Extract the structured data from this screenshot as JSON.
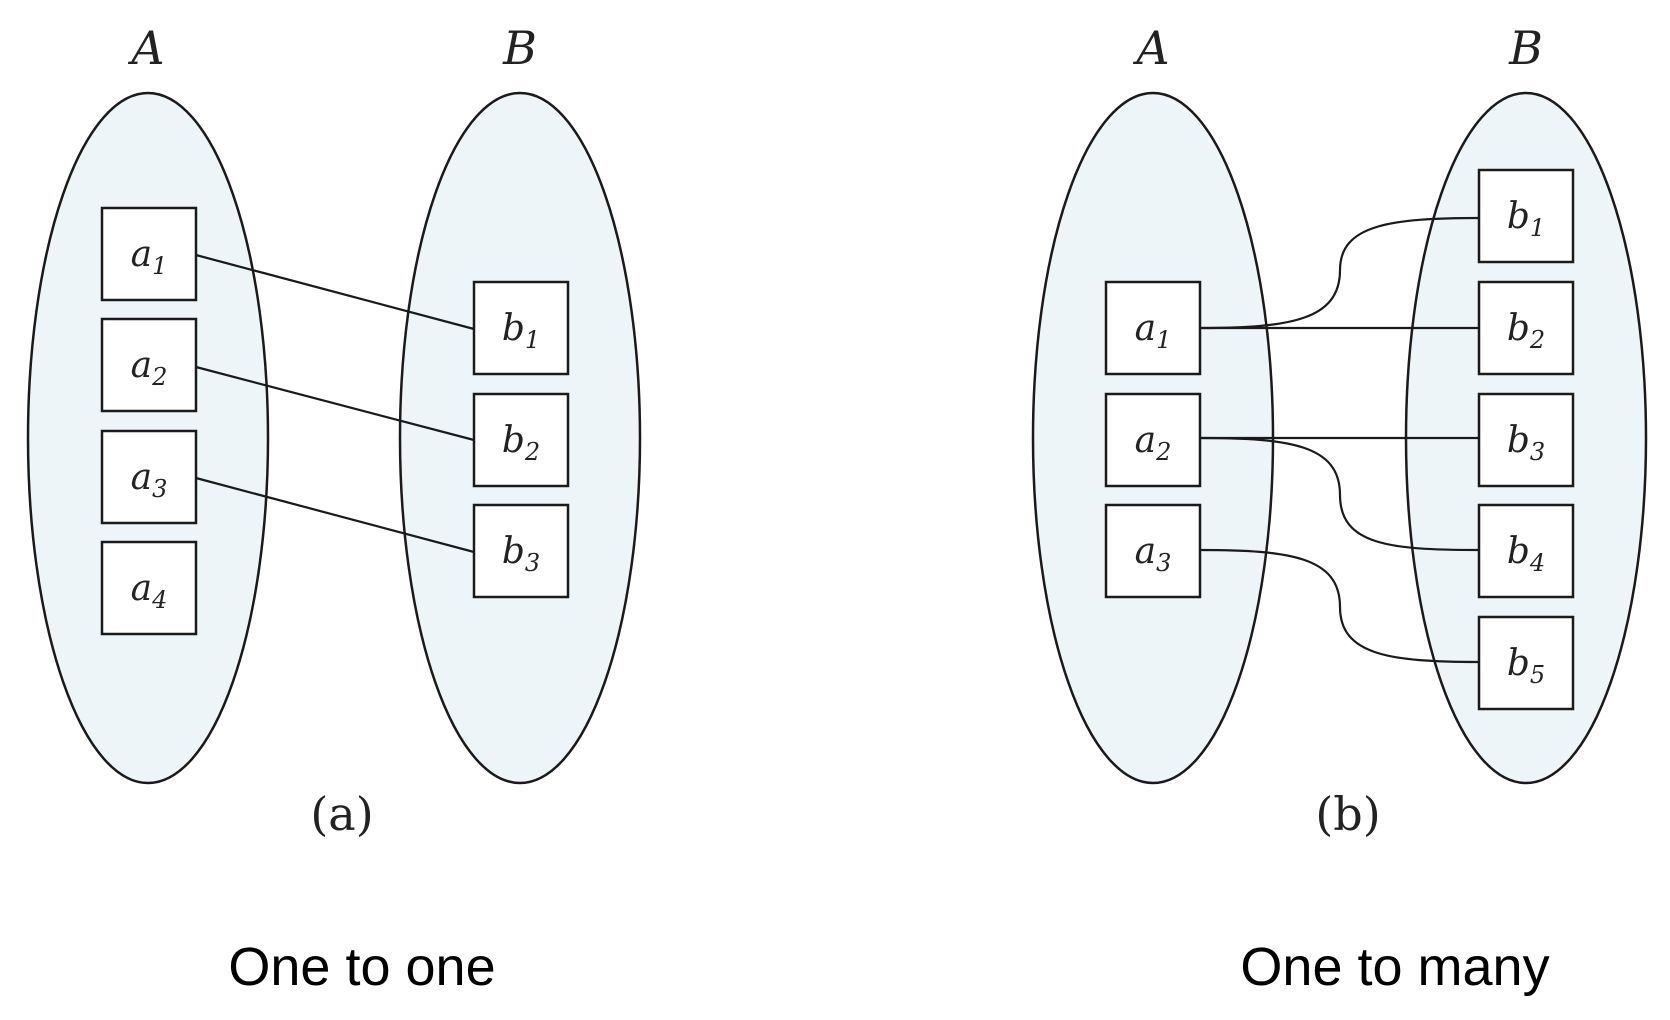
{
  "diagrams": [
    {
      "panel_label": "(a)",
      "caption": "One to one",
      "set_a": {
        "name": "A",
        "elements": [
          {
            "base": "a",
            "sub": "1"
          },
          {
            "base": "a",
            "sub": "2"
          },
          {
            "base": "a",
            "sub": "3"
          },
          {
            "base": "a",
            "sub": "4"
          }
        ]
      },
      "set_b": {
        "name": "B",
        "elements": [
          {
            "base": "b",
            "sub": "1"
          },
          {
            "base": "b",
            "sub": "2"
          },
          {
            "base": "b",
            "sub": "3"
          }
        ]
      },
      "mappings": [
        {
          "from": "a1",
          "to": "b1"
        },
        {
          "from": "a2",
          "to": "b2"
        },
        {
          "from": "a3",
          "to": "b3"
        }
      ]
    },
    {
      "panel_label": "(b)",
      "caption": "One to many",
      "set_a": {
        "name": "A",
        "elements": [
          {
            "base": "a",
            "sub": "1"
          },
          {
            "base": "a",
            "sub": "2"
          },
          {
            "base": "a",
            "sub": "3"
          }
        ]
      },
      "set_b": {
        "name": "B",
        "elements": [
          {
            "base": "b",
            "sub": "1"
          },
          {
            "base": "b",
            "sub": "2"
          },
          {
            "base": "b",
            "sub": "3"
          },
          {
            "base": "b",
            "sub": "4"
          },
          {
            "base": "b",
            "sub": "5"
          }
        ]
      },
      "mappings": [
        {
          "from": "a1",
          "to": "b1"
        },
        {
          "from": "a1",
          "to": "b2"
        },
        {
          "from": "a2",
          "to": "b3"
        },
        {
          "from": "a2",
          "to": "b4"
        },
        {
          "from": "a3",
          "to": "b5"
        }
      ]
    }
  ]
}
